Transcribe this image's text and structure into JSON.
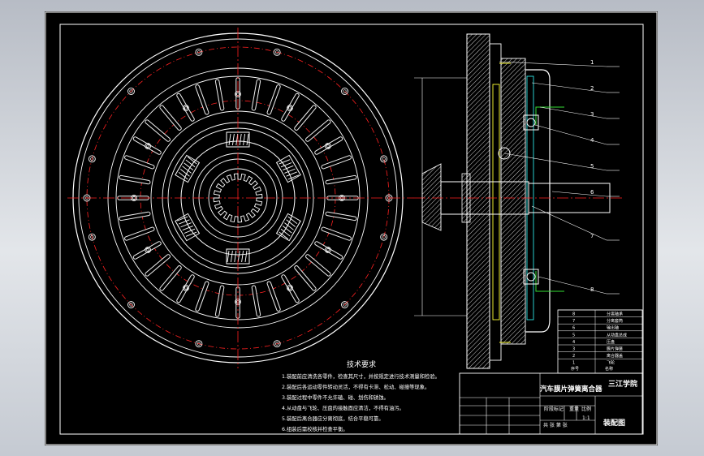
{
  "notes": {
    "heading": "技术要求",
    "items": [
      "1.装配前应清洗各零件，检查其尺寸，并按规定进行技术测量和检验。",
      "2.装配后各运动零件转动灵活，不得有卡滞、松动、碰撞等现象。",
      "3.装配过程中零件不允许磕、碰、划伤和锈蚀。",
      "4.从动盘与飞轮、压盘的接触面应清洁，不得有油污。",
      "5.装配后离合器应分离彻底，结合平稳可靠。",
      "6.组装后需校核并检查平衡。"
    ]
  },
  "balloons": [
    "1",
    "2",
    "3",
    "4",
    "5",
    "6",
    "7",
    "8"
  ],
  "title_block": {
    "drawing_title": "汽车膜片弹簧离合器",
    "school": "三江学院",
    "drawing_type": "装配图",
    "scale_value": "1:1",
    "stage_label": "阶段标记",
    "weight_label": "重量",
    "scale_label": "比例",
    "sheet_label": "共 张 第 张"
  },
  "parts_list": {
    "rows": [
      {
        "no": "8",
        "name": "分离轴承"
      },
      {
        "no": "7",
        "name": "分离套筒"
      },
      {
        "no": "6",
        "name": "输出轴"
      },
      {
        "no": "5",
        "name": "从动盘总成"
      },
      {
        "no": "4",
        "name": "压盘"
      },
      {
        "no": "3",
        "name": "膜片弹簧"
      },
      {
        "no": "2",
        "name": "离合器盖"
      },
      {
        "no": "1",
        "name": "飞轮"
      }
    ],
    "header_no": "序号",
    "header_name": "名称"
  },
  "colors": {
    "line": "#ffffff",
    "center": "#ff2020",
    "yellow": "#ffff33",
    "cyan": "#33ffff",
    "green": "#33dd33"
  }
}
